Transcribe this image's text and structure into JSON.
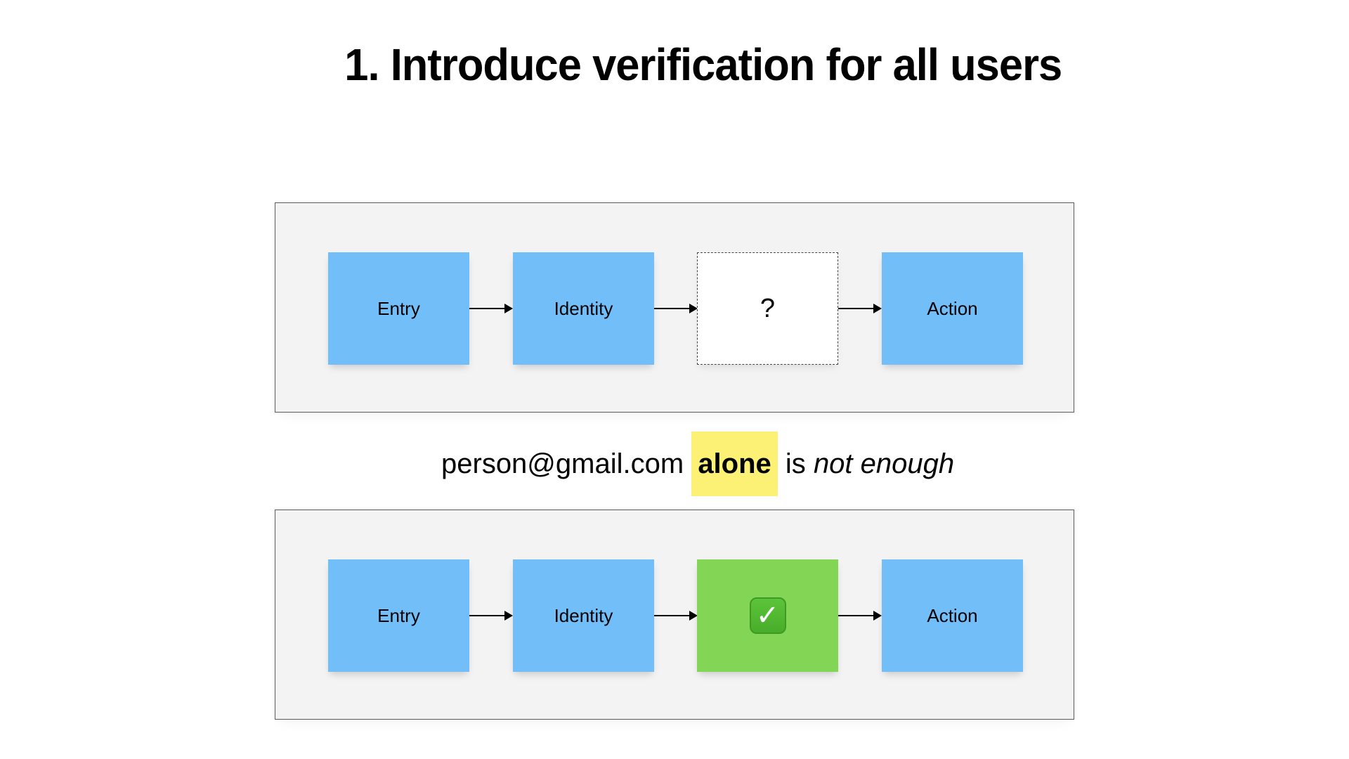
{
  "slide": {
    "title": "1. Introduce verification for all users"
  },
  "diagram_top": {
    "nodes": [
      {
        "label": "Entry",
        "style": "blue"
      },
      {
        "label": "Identity",
        "style": "blue"
      },
      {
        "label": "?",
        "style": "dashed-empty"
      },
      {
        "label": "Action",
        "style": "blue"
      }
    ],
    "edges": [
      [
        "Entry",
        "Identity"
      ],
      [
        "Identity",
        "?"
      ],
      [
        "?",
        "Action"
      ]
    ]
  },
  "caption": {
    "email": "person@gmail.com",
    "highlight": "alone",
    "middle": "is",
    "emphasis": "not enough",
    "highlight_color": "#fcf075"
  },
  "diagram_bottom": {
    "nodes": [
      {
        "label": "Entry",
        "style": "blue"
      },
      {
        "label": "Identity",
        "style": "blue"
      },
      {
        "label": "",
        "icon": "check-mark-button-emoji",
        "glyph": "✓",
        "style": "green"
      },
      {
        "label": "Action",
        "style": "blue"
      }
    ],
    "edges": [
      [
        "Entry",
        "Identity"
      ],
      [
        "Identity",
        "verified"
      ],
      [
        "verified",
        "Action"
      ]
    ]
  },
  "colors": {
    "node_blue": "#72bef8",
    "node_green": "#82d555",
    "panel_bg": "#f3f3f3"
  }
}
